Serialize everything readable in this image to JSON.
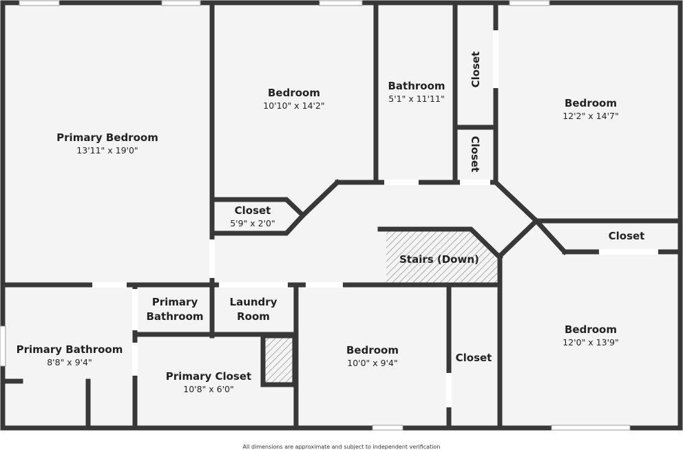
{
  "rooms": [
    {
      "name": "Primary Bedroom",
      "dim": "13'11\" x 19'0\""
    },
    {
      "name": "Bedroom",
      "dim": "10'10\" x 14'2\""
    },
    {
      "name": "Bathroom",
      "dim": "5'1\" x 11'11\""
    },
    {
      "name": "Closet"
    },
    {
      "name": "Closet"
    },
    {
      "name": "Bedroom",
      "dim": "12'2\" x 14'7\""
    },
    {
      "name": "Closet",
      "dim": "5'9\" x 2'0\""
    },
    {
      "name": "Stairs (Down)"
    },
    {
      "name": "Closet"
    },
    {
      "name": "Primary",
      "name2": "Bathroom"
    },
    {
      "name": "Laundry",
      "name2": "Room"
    },
    {
      "name": "Primary Bathroom",
      "dim": "8'8\" x 9'4\""
    },
    {
      "name": "Primary Closet",
      "dim": "10'8\" x 6'0\""
    },
    {
      "name": "Bedroom",
      "dim": "10'0\" x 9'4\""
    },
    {
      "name": "Closet"
    },
    {
      "name": "Bedroom",
      "dim": "12'0\" x 13'9\""
    }
  ],
  "footer": {
    "disclaimer": "All dimensions are approximate and subject to independent verification"
  },
  "colors": {
    "wall": "#383838",
    "floor": "#f4f4f4",
    "window": "#ffffff",
    "hatch": "#9a9a9a"
  }
}
